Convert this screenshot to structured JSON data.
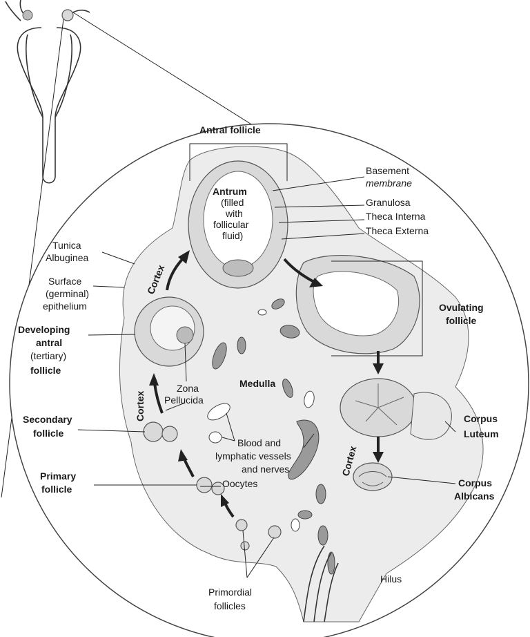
{
  "labels": {
    "antral_follicle": "Antral follicle",
    "antrum": "Antrum",
    "antrum_desc_1": "(filled",
    "antrum_desc_2": "with",
    "antrum_desc_3": "follicular",
    "antrum_desc_4": "fluid)",
    "basement_1": "Basement",
    "basement_2": "membrane",
    "granulosa": "Granulosa",
    "theca_interna": "Theca Interna",
    "theca_externa": "Theca Externa",
    "tunica_1": "Tunica",
    "tunica_2": "Albuginea",
    "surface_1": "Surface",
    "surface_2": "(germinal)",
    "surface_3": "epithelium",
    "developing_1": "Developing",
    "developing_2": "antral",
    "developing_3": "(tertiary)",
    "developing_4": "follicle",
    "cortex_top": "Cortex",
    "cortex_left": "Cortex",
    "cortex_right": "Cortex",
    "zona_1": "Zona",
    "zona_2": "Pellucida",
    "medulla": "Medulla",
    "ovulating_1": "Ovulating",
    "ovulating_2": "follicle",
    "secondary_1": "Secondary",
    "secondary_2": "follicle",
    "blood_1": "Blood and",
    "blood_2": "lymphatic vessels",
    "blood_3": "and nerves",
    "corpus_luteum_1": "Corpus",
    "corpus_luteum_2": "Luteum",
    "primary_1": "Primary",
    "primary_2": "follicle",
    "oocytes": "Oocytes",
    "corpus_albicans_1": "Corpus",
    "corpus_albicans_2": "Albicans",
    "hilus": "Hilus",
    "primordial_1": "Primordial",
    "primordial_2": "follicles"
  }
}
